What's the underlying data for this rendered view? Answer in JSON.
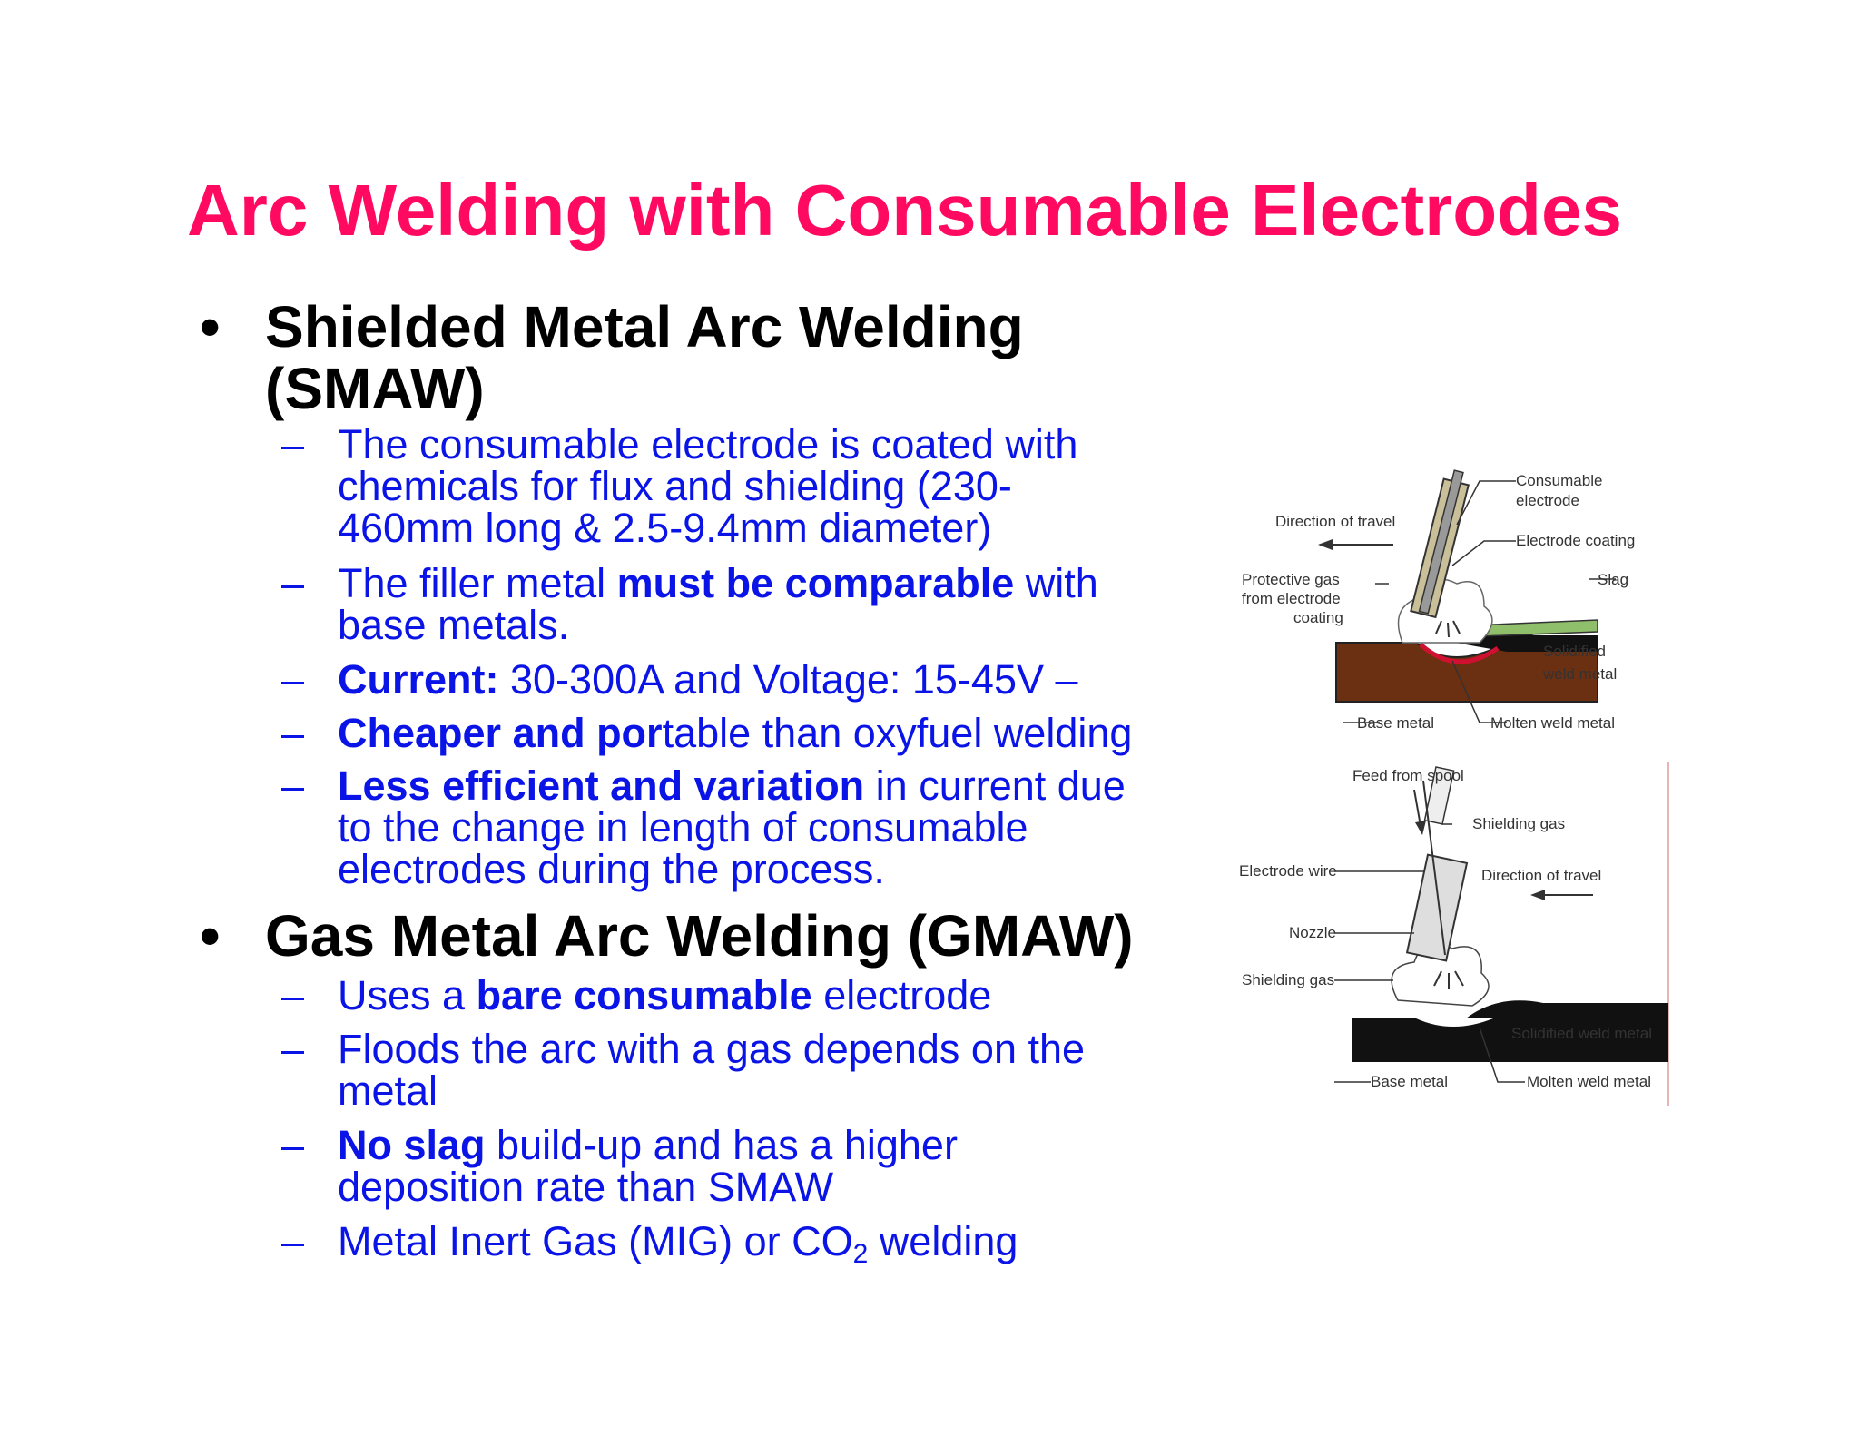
{
  "title": "Arc Welding with Consumable Electrodes",
  "section_smaw": {
    "bullet": "•",
    "heading_line1": "Shielded Metal Arc Welding",
    "heading_line2": "(SMAW)",
    "items": [
      {
        "lines": [
          "The consumable electrode  is coated with",
          "chemicals for flux and shielding (230-",
          "460mm long & 2.5-9.4mm diameter)"
        ]
      },
      {
        "pre": "The filler metal ",
        "bold": "must be comparable",
        "post": " with",
        "line2": "base metals."
      },
      {
        "bold": "Current:",
        "post": " 30-300A and Voltage: 15-45V –"
      },
      {
        "bold": "Cheaper and por",
        "post": "table than oxyfuel welding"
      },
      {
        "bold": "Less efficient and variation",
        "post": " in current due",
        "line2": "to the change in length of consumable",
        "line3": "electrodes during the process."
      }
    ]
  },
  "section_gmaw": {
    "bullet": "•",
    "heading": "Gas Metal Arc Welding (GMAW)",
    "items": [
      {
        "pre": "Uses a ",
        "bold": "bare consumable",
        "post": " electrode"
      },
      {
        "line1": "Floods the arc with a gas depends on the",
        "line2": "metal"
      },
      {
        "bold": "No slag",
        "post": " build-up and has a higher",
        "line2": "deposition rate than SMAW"
      },
      {
        "pre": "Metal Inert Gas (MIG) or CO",
        "sub": "2",
        "post": " welding"
      }
    ]
  },
  "dash": "–",
  "diagram_smaw": {
    "labels": {
      "consumable_electrode_1": "Consumable",
      "consumable_electrode_2": "electrode",
      "direction": "Direction of travel",
      "electrode_coating": "Electrode coating",
      "protective_gas_1": "Protective gas",
      "protective_gas_2": "from electrode",
      "protective_gas_3": "coating",
      "slag": "Slag",
      "solidified_1": "Solidified",
      "solidified_2": "weld metal",
      "base_metal": "Base metal",
      "molten": "Molten weld metal"
    }
  },
  "diagram_gmaw": {
    "labels": {
      "feed": "Feed from spool",
      "shielding_gas_top": "Shielding gas",
      "electrode_wire": "Electrode wire",
      "direction": "Direction of travel",
      "nozzle": "Nozzle",
      "shielding_gas": "Shielding gas",
      "solidified": "Solidified weld metal",
      "base_metal": "Base metal",
      "molten": "Molten weld metal"
    }
  }
}
